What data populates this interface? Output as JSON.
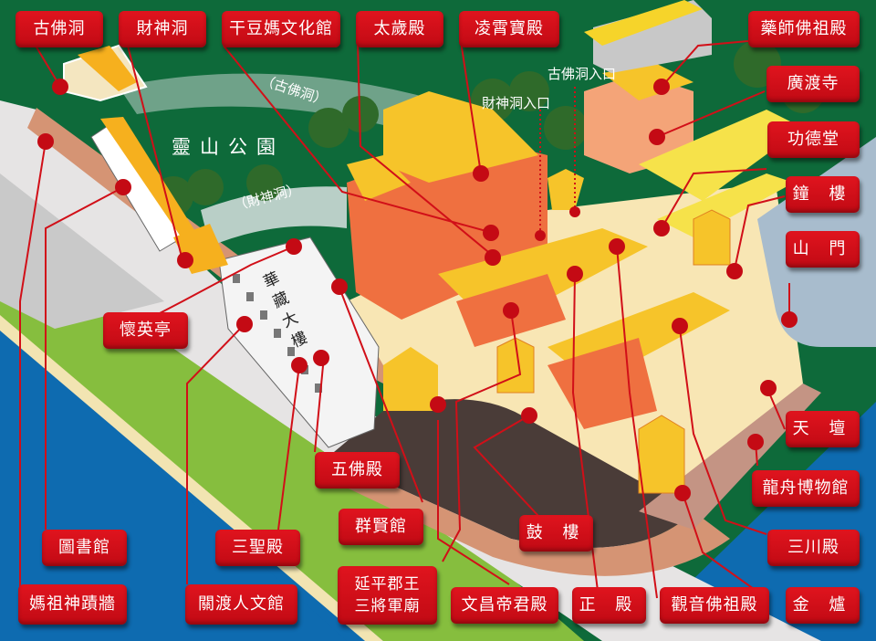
{
  "map": {
    "colors": {
      "park_green": "#0e6a3a",
      "grass": "#86be3e",
      "water": "#0e6bb0",
      "road": "#e6e4e4",
      "plaza": "#f8e6b4",
      "label_red": "#d4101a",
      "roof_yellow": "#f6c42a",
      "wall_orange": "#ef7040",
      "dark_lot": "#4a3c38"
    },
    "area_labels": {
      "park": "靈山公園",
      "gufo_tunnel": "（古佛洞）",
      "caishen_tunnel": "（財神洞）",
      "gufo_entrance": "古佛洞入口",
      "caishen_entrance": "財神洞入口",
      "huazang_building": "華藏大樓"
    },
    "labels": [
      {
        "id": "gufo-cave",
        "text": "古佛洞"
      },
      {
        "id": "caishen-cave",
        "text": "財神洞"
      },
      {
        "id": "gandouma-culture",
        "text": "干豆媽文化館"
      },
      {
        "id": "taisui-hall",
        "text": "太歲殿"
      },
      {
        "id": "lingxiao-hall",
        "text": "凌霄寶殿"
      },
      {
        "id": "yaoshi-hall",
        "text": "藥師佛祖殿"
      },
      {
        "id": "guangdu-temple",
        "text": "廣渡寺"
      },
      {
        "id": "gongde-hall",
        "text": "功德堂"
      },
      {
        "id": "bell-tower",
        "text": "鐘 樓"
      },
      {
        "id": "mountain-gate",
        "text": "山 門"
      },
      {
        "id": "huaiying-pavilion",
        "text": "懷英亭"
      },
      {
        "id": "tiantan",
        "text": "天 壇"
      },
      {
        "id": "dragon-boat-museum",
        "text": "龍舟博物館"
      },
      {
        "id": "sanchuan-hall",
        "text": "三川殿"
      },
      {
        "id": "golden-furnace",
        "text": "金 爐"
      },
      {
        "id": "guanyin-hall",
        "text": "觀音佛祖殿"
      },
      {
        "id": "main-hall",
        "text": "正 殿"
      },
      {
        "id": "wenchang-hall",
        "text": "文昌帝君殿"
      },
      {
        "id": "yanping-temple",
        "text": "延平郡王\n三將軍廟"
      },
      {
        "id": "drum-tower",
        "text": "鼓 樓"
      },
      {
        "id": "qunxian-hall",
        "text": "群賢館"
      },
      {
        "id": "wufo-hall",
        "text": "五佛殿"
      },
      {
        "id": "sansheng-hall",
        "text": "三聖殿"
      },
      {
        "id": "library",
        "text": "圖書館"
      },
      {
        "id": "mazu-wall",
        "text": "媽祖神蹟牆"
      },
      {
        "id": "guandu-culture",
        "text": "關渡人文館"
      }
    ]
  }
}
